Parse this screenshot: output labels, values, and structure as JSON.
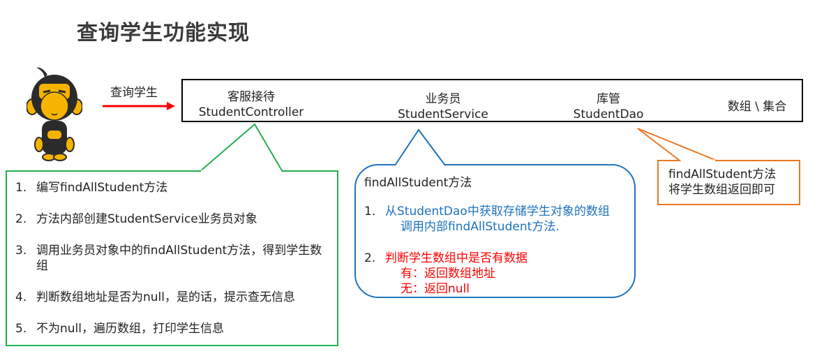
{
  "title": "查询学生功能实现",
  "actor": {
    "icon": "monkey-mascot-icon",
    "action_label": "查询学生"
  },
  "layers": [
    {
      "role": "客服接待",
      "class_name": "StudentController"
    },
    {
      "role": "业务员",
      "class_name": "StudentService"
    },
    {
      "role": "库管",
      "class_name": "StudentDao"
    }
  ],
  "storage_label": "数组 \\ 集合",
  "controller_callout": {
    "color": "#22b04b",
    "steps": [
      {
        "num": "1.",
        "text": "编写findAllStudent方法"
      },
      {
        "num": "2.",
        "text": "方法内部创建StudentService业务员对象"
      },
      {
        "num": "3.",
        "text": "调用业务员对象中的findAllStudent方法，得到学生数组"
      },
      {
        "num": "4.",
        "text": "判断数组地址是否为null，是的话，提示查无信息"
      },
      {
        "num": "5.",
        "text": "不为null，遍历数组，打印学生信息"
      }
    ]
  },
  "service_callout": {
    "color": "#1e73be",
    "heading": "findAllStudent方法",
    "steps": [
      {
        "num": "1.",
        "line1": "从StudentDao中获取存储学生对象的数组",
        "line2": "调用内部findAllStudent方法.",
        "color": "#1e73be"
      },
      {
        "num": "2.",
        "line1": "判断学生数组中是否有数据",
        "line2": "有：返回数组地址",
        "line3": "无：返回null",
        "color": "#ff0000"
      }
    ]
  },
  "dao_callout": {
    "color": "#e87722",
    "line1": "findAllStudent方法",
    "line2": "将学生数组返回即可"
  },
  "colors": {
    "arrow": "#ff0000",
    "box_border": "#000000"
  }
}
